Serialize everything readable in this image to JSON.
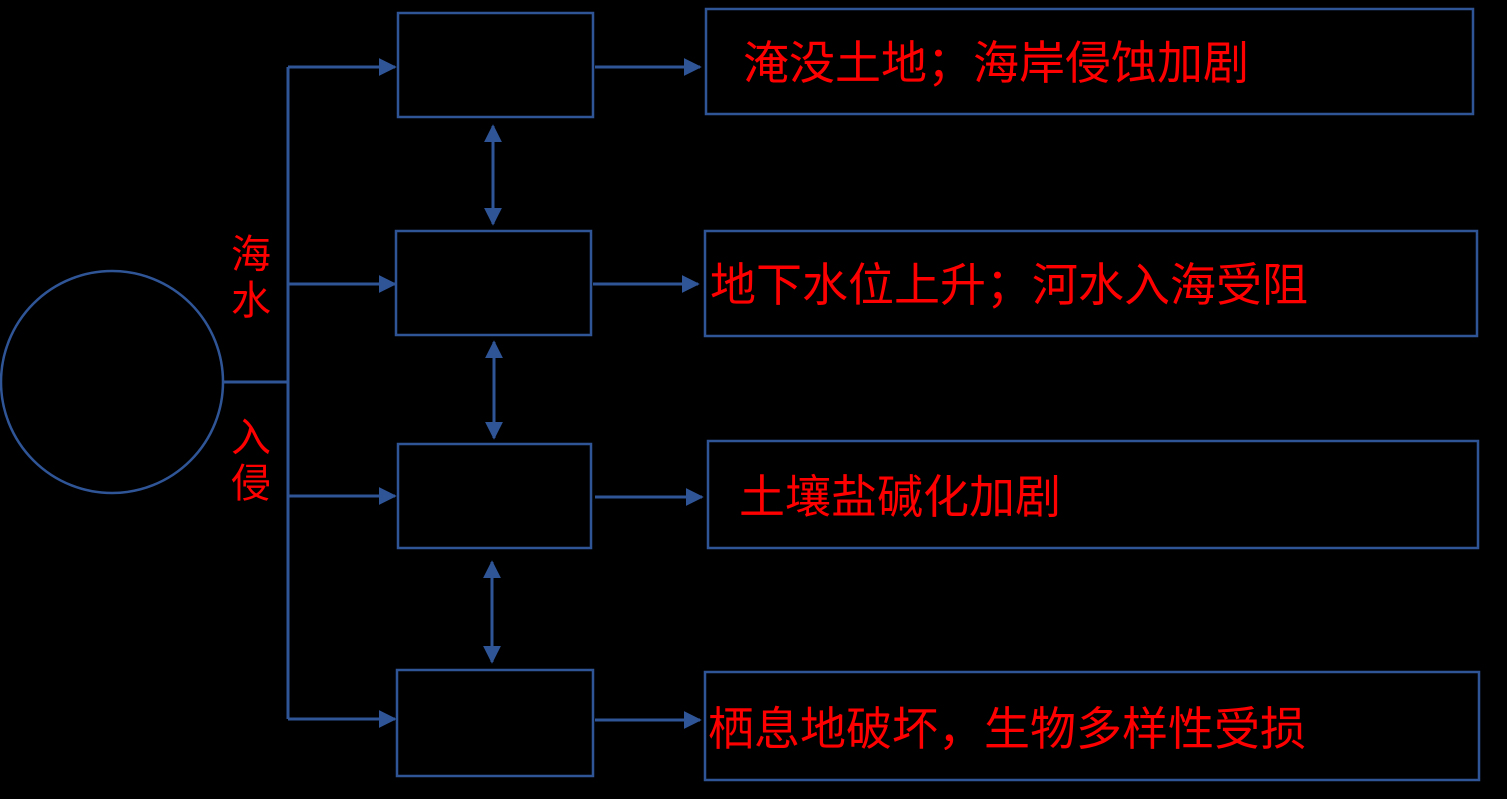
{
  "colors": {
    "background": "#000000",
    "line": "#2f5597",
    "text": "#ff0000"
  },
  "left_label_top": "海水",
  "left_label_bottom": "入侵",
  "effects": [
    "淹没土地；海岸侵蚀加剧",
    "地下水位上升；河水入海受阻",
    "土壤盐碱化加剧",
    "栖息地破坏，生物多样性受损"
  ]
}
